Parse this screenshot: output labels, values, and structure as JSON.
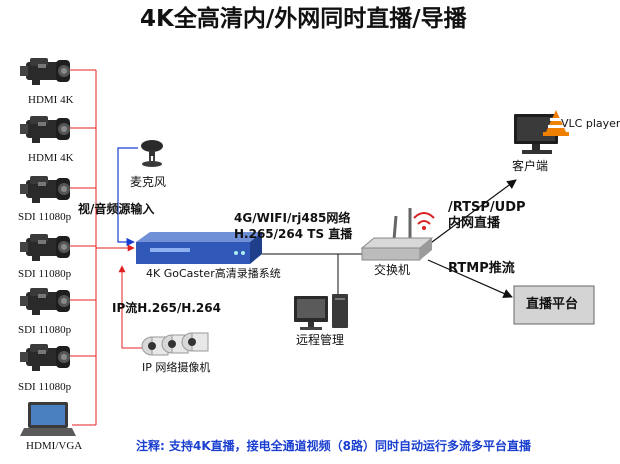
{
  "title": "4K全高清内/外网同时直播/导播",
  "sources": [
    {
      "label": "HDMI 4K",
      "icon": "camcorder-icon"
    },
    {
      "label": "HDMI 4K",
      "icon": "camcorder-icon"
    },
    {
      "label": "SDI 11080p",
      "icon": "camcorder-icon"
    },
    {
      "label": "SDI 11080p",
      "icon": "camcorder-icon"
    },
    {
      "label": "SDI 11080p",
      "icon": "camcorder-icon"
    },
    {
      "label": "SDI 11080p",
      "icon": "camcorder-icon"
    },
    {
      "label": "HDMI/VGA",
      "icon": "laptop-icon"
    }
  ],
  "microphone_label": "麦克风",
  "av_input_label": "视/音频源输入",
  "encoder_label": "4K GoCaster高清录播系统",
  "ip_stream_label": "IP流H.265/H.264",
  "ip_camera_label": "IP 网络摄像机",
  "network_label_line1": "4G/WIFI/rj485网络",
  "network_label_line2": "H.265/264 TS 直播",
  "remote_label": "远程管理",
  "switch_label": "交换机",
  "rtsp_label_line1": "/RTSP/UDP",
  "rtsp_label_line2": "内网直播",
  "vlc_label": "VLC player",
  "client_label": "客户端",
  "rtmp_label": "RTMP推流",
  "platform_label": "直播平台",
  "note": "注释: 支持4K直播，接电全通道视频（8路）同时自动运行多流多平台直播",
  "colors": {
    "source_line": "#e02020",
    "blue_line": "#1a3fd0",
    "note": "#1a3fd0",
    "platform_fill": "#d4d4d4"
  }
}
